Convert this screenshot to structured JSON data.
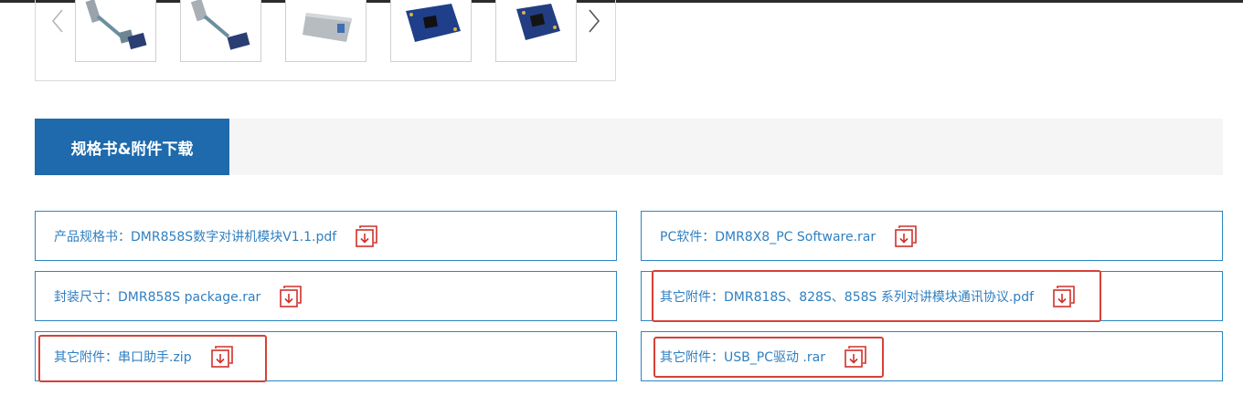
{
  "spec_section": {
    "tab_label": "规格书&附件下载"
  },
  "downloads": [
    {
      "label": "产品规格书：DMR858S数字对讲机模块V1.1.pdf"
    },
    {
      "label": "PC软件：DMR8X8_PC Software.rar"
    },
    {
      "label": "封装尺寸：DMR858S package.rar"
    },
    {
      "label": "其它附件：DMR818S、828S、858S 系列对讲模块通讯协议.pdf"
    },
    {
      "label": "其它附件：串口助手.zip"
    },
    {
      "label": "其它附件：USB_PC驱动 .rar"
    }
  ],
  "colors": {
    "accent": "#1e6aad",
    "link": "#2f7fc1",
    "border": "#2b86c5",
    "icon": "#d0302b",
    "highlight": "#d64038"
  },
  "icons": {
    "download": "download-icon",
    "prev": "chevron-left-icon",
    "next": "chevron-right-icon"
  }
}
